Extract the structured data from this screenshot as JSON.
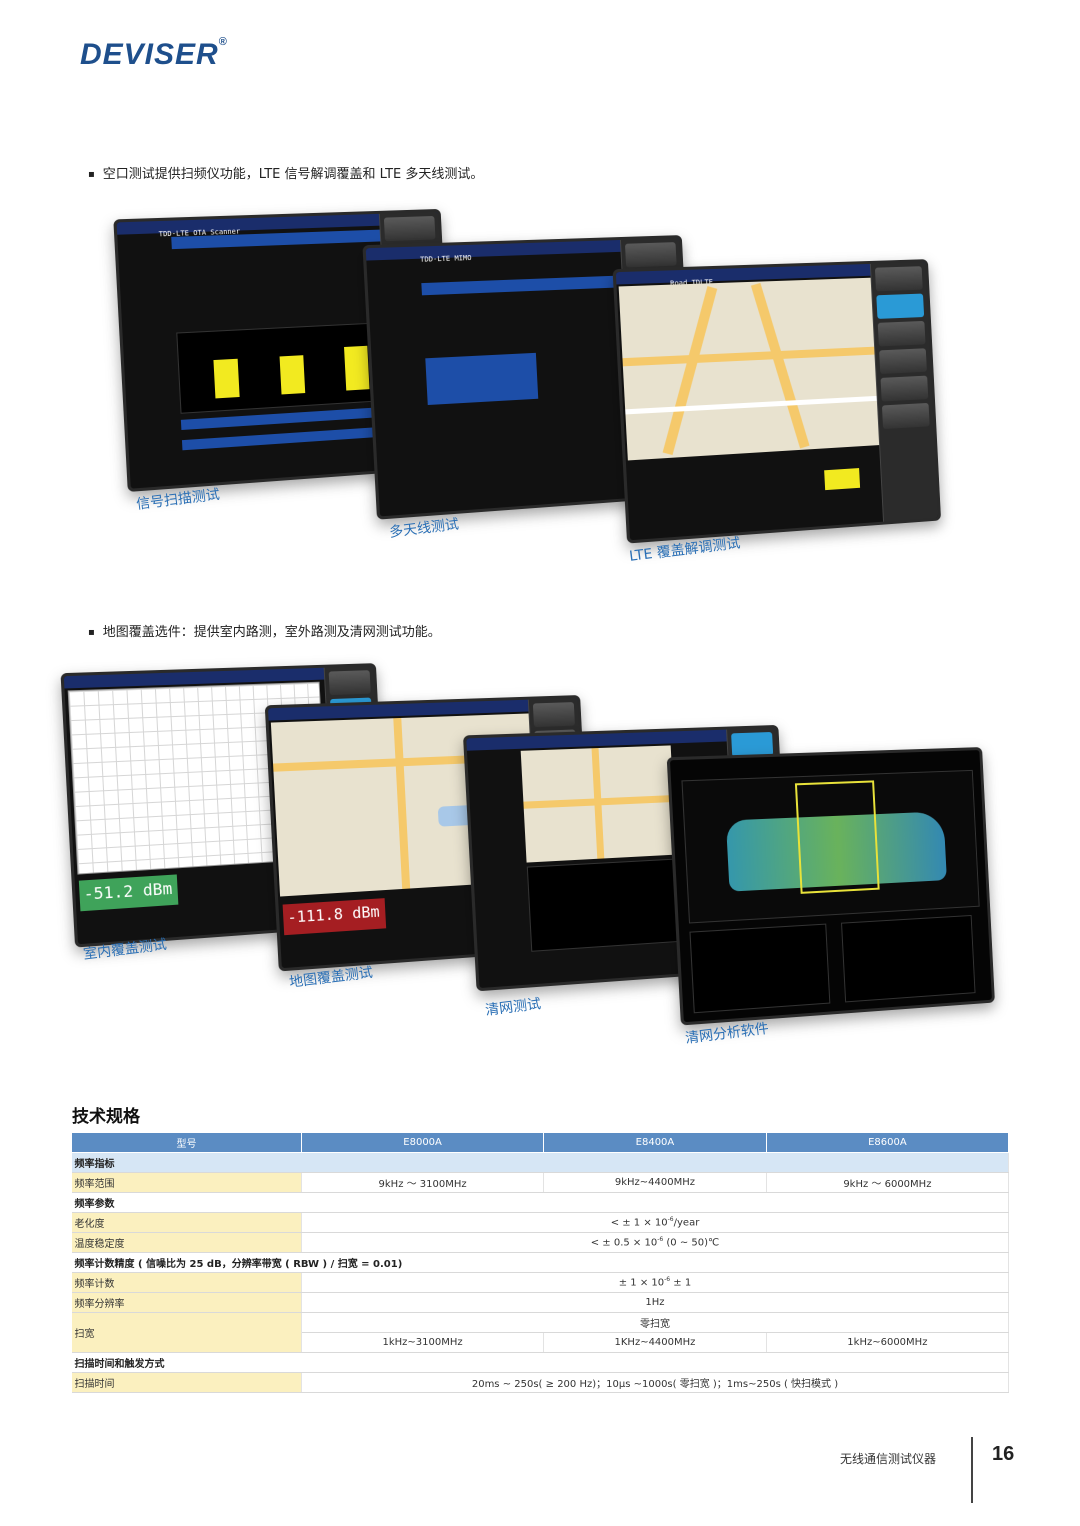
{
  "brand": {
    "name": "DEVISER",
    "registered": "®",
    "color": "#1e4f8c"
  },
  "bullets": [
    "空口测试提供扫频仪功能，LTE 信号解调覆盖和 LTE 多天线测试。",
    "地图覆盖选件：提供室内路测，室外路测及清网测试功能。"
  ],
  "screens_row1": {
    "captions": [
      "信号扫描测试",
      "多天线测试",
      "LTE 覆盖解调测试"
    ],
    "screen1_title": "TDD-LTE   OTA Scanner",
    "screen2_title": "TDD-LTE   MIMO",
    "screen3_title": "Road   TDLTE"
  },
  "screens_row2": {
    "captions": [
      "室内覆盖测试",
      "地图覆盖测试",
      "清网测试",
      "清网分析软件"
    ],
    "readout_indoor": "-51.2 dBm",
    "readout_map": "-111.8 dBm"
  },
  "spec": {
    "title": "技术规格",
    "headers": [
      "型号",
      "E8000A",
      "E8400A",
      "E8600A"
    ],
    "groups": {
      "freq_index": "频率指标",
      "freq_params": "频率参数",
      "counter": "频率计数精度 ( 信噪比为 25 dB，分辨率带宽 ( RBW ) / 扫宽 = 0.01)",
      "sweep": "扫描时间和触发方式"
    },
    "rows": {
      "range": {
        "label": "频率范围",
        "values": [
          "9kHz ～ 3100MHz",
          "9kHz~4400MHz",
          "9kHz ～ 6000MHz"
        ]
      },
      "aging": {
        "label": "老化度",
        "value_pre": "< ± 1 × 10",
        "exp": "-6",
        "value_post": "/year"
      },
      "temp": {
        "label": "温度稳定度",
        "value_pre": "< ± 0.5 × 10",
        "exp": "-6",
        "value_post": " (0 ~ 50)℃"
      },
      "count": {
        "label": "频率计数",
        "value_pre": "± 1 × 10",
        "exp": "-6",
        "value_post": " ± 1"
      },
      "resolution": {
        "label": "频率分辨率",
        "value": "1Hz"
      },
      "span": {
        "label": "扫宽",
        "zero": "零扫宽",
        "values": [
          "1kHz~3100MHz",
          "1KHz~4400MHz",
          "1kHz~6000MHz"
        ]
      },
      "sweep_time": {
        "label": "扫描时间",
        "value": "20ms ~ 250s( ≥ 200 Hz)；10μs ~1000s( 零扫宽 )；1ms~250s ( 快扫模式 )"
      }
    }
  },
  "footer": {
    "text": "无线通信测试仪器",
    "page": "16"
  }
}
